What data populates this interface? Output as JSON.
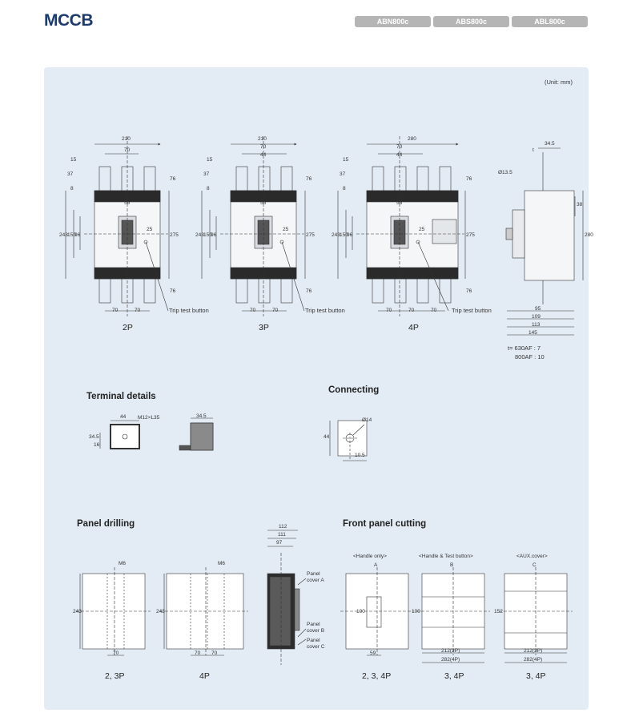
{
  "header": {
    "title": "MCCB",
    "models": [
      "ABN800c",
      "ABS800c",
      "ABL800c"
    ]
  },
  "unit_note": "(Unit: mm)",
  "front_views": {
    "captions": [
      "2P",
      "3P",
      "4P"
    ],
    "trip_test_label": "Trip test button",
    "dims": {
      "width_2p3p": "210",
      "width_4p": "280",
      "pitch": "70",
      "gap": "44",
      "d15": "15",
      "d37": "37",
      "d8": "8",
      "d76": "76",
      "d56": "56",
      "d243": "243",
      "d150": "150",
      "d96": "96",
      "d25": "25",
      "d275": "275"
    }
  },
  "side_view": {
    "dims": {
      "d34_5": "34.5",
      "t": "t",
      "d13_5": "Ø13.5",
      "d38": "38",
      "d280": "280",
      "d95": "95",
      "d109": "109",
      "d113": "113",
      "d145": "145"
    },
    "thickness_note_1": "t= 630AF : 7",
    "thickness_note_2": "800AF : 10"
  },
  "terminal_details": {
    "title": "Terminal details",
    "d44": "44",
    "bolt": "M12×L35",
    "d34_5": "34.5",
    "d34_5b": "34.5",
    "d16": "16"
  },
  "connecting": {
    "title": "Connecting",
    "d14": "Ø14",
    "d44": "44",
    "d10_5": "10.5"
  },
  "panel_drilling": {
    "title": "Panel drilling",
    "m6": "M6",
    "d243": "243",
    "d70": "70",
    "captions": [
      "2, 3P",
      "4P"
    ]
  },
  "panel_side": {
    "d112": "112",
    "d111": "111",
    "d97": "97",
    "cover_a": [
      "Panel",
      "cover A"
    ],
    "cover_b": [
      "Panel",
      "cover B"
    ],
    "cover_c": [
      "Panel",
      "cover C"
    ]
  },
  "front_panel_cutting": {
    "title": "Front panel cutting",
    "types": [
      {
        "desc": "<Handle only>",
        "letter": "A",
        "dim": "100",
        "width": "59",
        "caption": "2, 3, 4P"
      },
      {
        "desc": "<Handle & Test button>",
        "letter": "B",
        "dim": "100",
        "width_3p": "212(3P)",
        "width_4p": "282(4P)",
        "caption": "3, 4P"
      },
      {
        "desc": "<AUX.cover>",
        "letter": "C",
        "dim": "152",
        "width_3p": "212(3P)",
        "width_4p": "282(4P)",
        "caption": "3, 4P"
      }
    ]
  }
}
